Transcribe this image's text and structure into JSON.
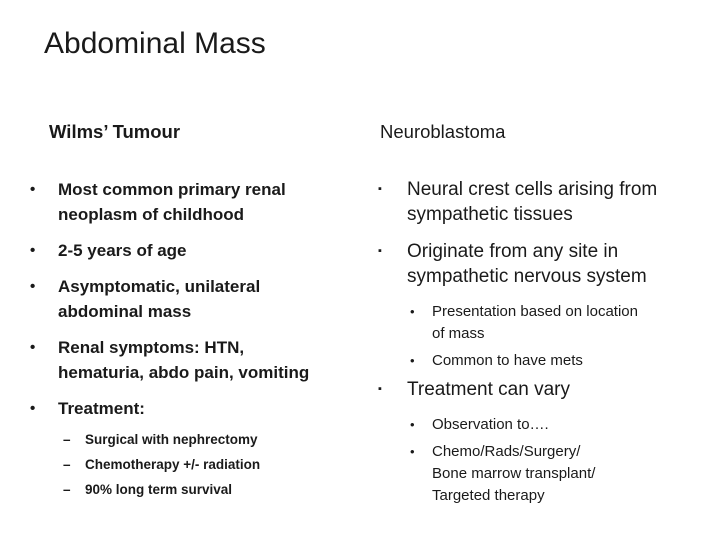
{
  "slide": {
    "title": "Abdominal Mass",
    "background": "#ffffff",
    "text_color": "#1a1a1a",
    "columns": [
      {
        "heading": "Wilms’ Tumour",
        "markers": {
          "l1": {
            "name": "disc-bullet-icon",
            "glyph": "•"
          },
          "l2": {
            "name": "dash-bullet-icon",
            "glyph": "–"
          }
        },
        "items": [
          {
            "level": 1,
            "text": "Most common primary renal\nneoplasm of childhood"
          },
          {
            "level": 1,
            "text": "2-5 years of age"
          },
          {
            "level": 1,
            "text": "Asymptomatic, unilateral\nabdominal mass"
          },
          {
            "level": 1,
            "text": "Renal symptoms: HTN,\nhematuria, abdo pain, vomiting"
          },
          {
            "level": 1,
            "text": "Treatment:"
          },
          {
            "level": 2,
            "text": "Surgical with nephrectomy"
          },
          {
            "level": 2,
            "text": "Chemotherapy +/- radiation"
          },
          {
            "level": 2,
            "text": "90% long term survival"
          }
        ]
      },
      {
        "heading": "Neuroblastoma",
        "markers": {
          "l1": {
            "name": "square-bullet-icon",
            "glyph": "▪"
          },
          "l2": {
            "name": "disc-bullet-icon",
            "glyph": "•"
          }
        },
        "items": [
          {
            "level": 1,
            "text": "Neural crest cells arising from\nsympathetic tissues"
          },
          {
            "level": 1,
            "text": "Originate from any site in\nsympathetic nervous system"
          },
          {
            "level": 2,
            "text": "Presentation based on location\nof mass"
          },
          {
            "level": 2,
            "text": "Common to have mets"
          },
          {
            "level": 1,
            "text": "Treatment can vary"
          },
          {
            "level": 2,
            "text": "Observation to…."
          },
          {
            "level": 2,
            "text": "Chemo/Rads/Surgery/\nBone marrow transplant/\nTargeted therapy"
          }
        ]
      }
    ]
  }
}
